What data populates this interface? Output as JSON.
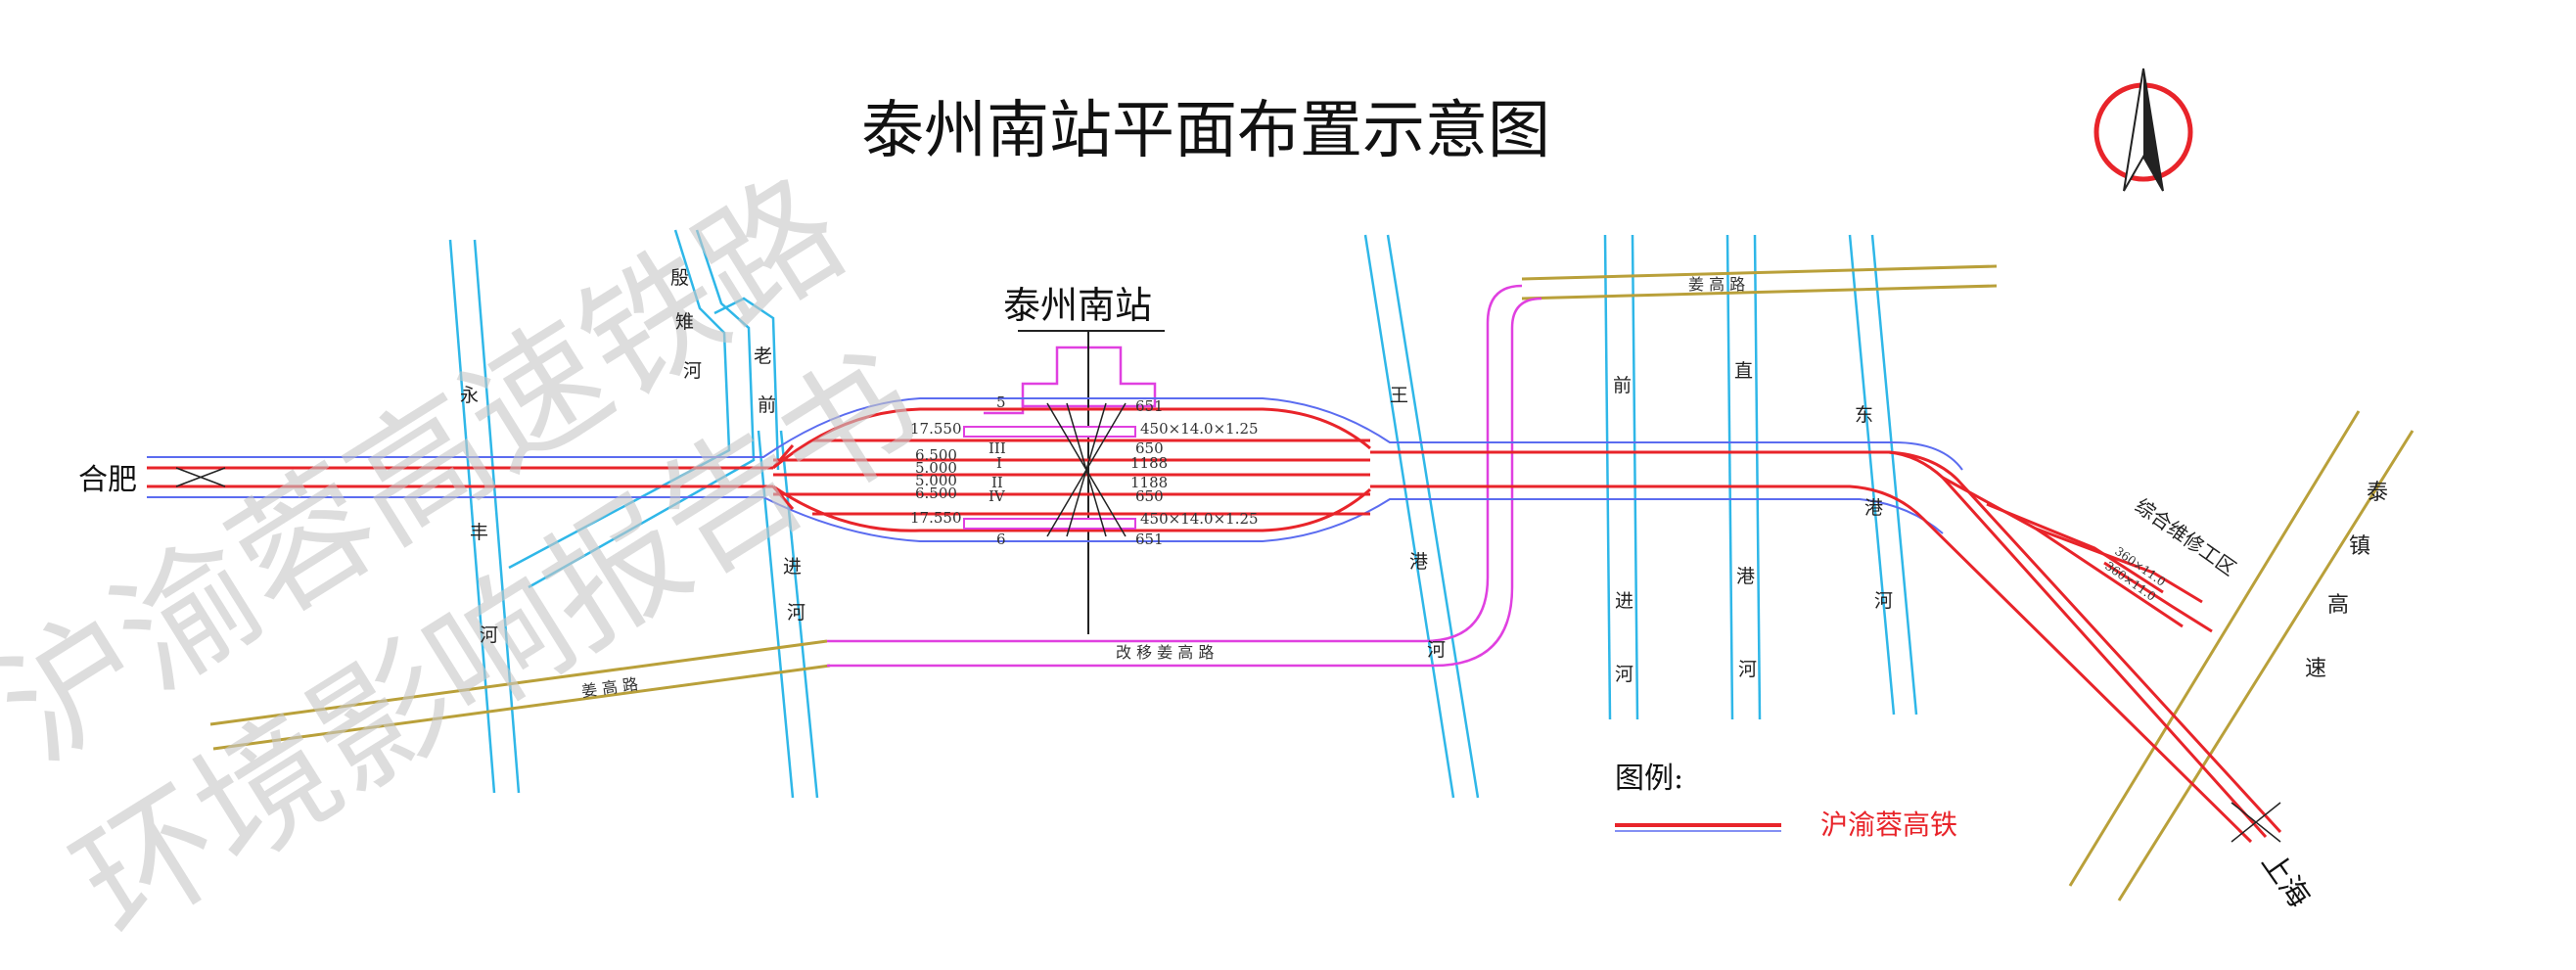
{
  "title": "泰州南站平面布置示意图",
  "station": {
    "name": "泰州南站",
    "tracks": [
      {
        "label": "5",
        "elev": "17.550",
        "num": "651"
      },
      {
        "label": "III",
        "elev": "6.500",
        "num": "650"
      },
      {
        "label": "I",
        "elev": "5.000",
        "num": "1188"
      },
      {
        "label": "II",
        "elev": "5.000",
        "num": "1188"
      },
      {
        "label": "IV",
        "elev": "6.500",
        "num": "650"
      },
      {
        "label": "6",
        "elev": "17.550",
        "num": "651"
      }
    ],
    "platform_dims": [
      "450×14.0×1.25",
      "450×14.0×1.25"
    ]
  },
  "endpoints": {
    "west": "合肥",
    "east": "上海"
  },
  "rivers": {
    "yongfeng": [
      "永",
      "丰",
      "河"
    ],
    "yinya": [
      "殷",
      "雉",
      "河"
    ],
    "laoqian": [
      "老",
      "前"
    ],
    "jin": [
      "进",
      "河"
    ],
    "wanggang": [
      "王",
      "港",
      "河"
    ],
    "qianjin": [
      "前",
      "进",
      "河"
    ],
    "zhigang": [
      "直",
      "港",
      "河"
    ],
    "donggang": [
      "东",
      "港",
      "河"
    ]
  },
  "roads": {
    "jianggao_top": "姜 高 路",
    "jianggao_left": "姜 高 路",
    "jianggao_relocated": "改 移 姜 高 路",
    "taizhen": [
      "泰",
      "镇",
      "高",
      "速"
    ]
  },
  "depot": {
    "name": "综合维修工区",
    "tracks": [
      "360×11.0",
      "360×11.0"
    ]
  },
  "legend": {
    "title": "图例:",
    "item": "沪渝蓉高铁",
    "line_color": "#e8242a"
  },
  "colors": {
    "rail": "#e8242a",
    "rail_outline": "#5b6cf0",
    "river": "#2fb7e8",
    "road": "#b9a03a",
    "relocated_road": "#e040e0",
    "watermark": "#c8c8c8"
  },
  "watermark": {
    "line1": "沪渝蓉高速铁路",
    "line2": "环境影响报告书"
  },
  "compass_icon": "north-arrow-icon"
}
